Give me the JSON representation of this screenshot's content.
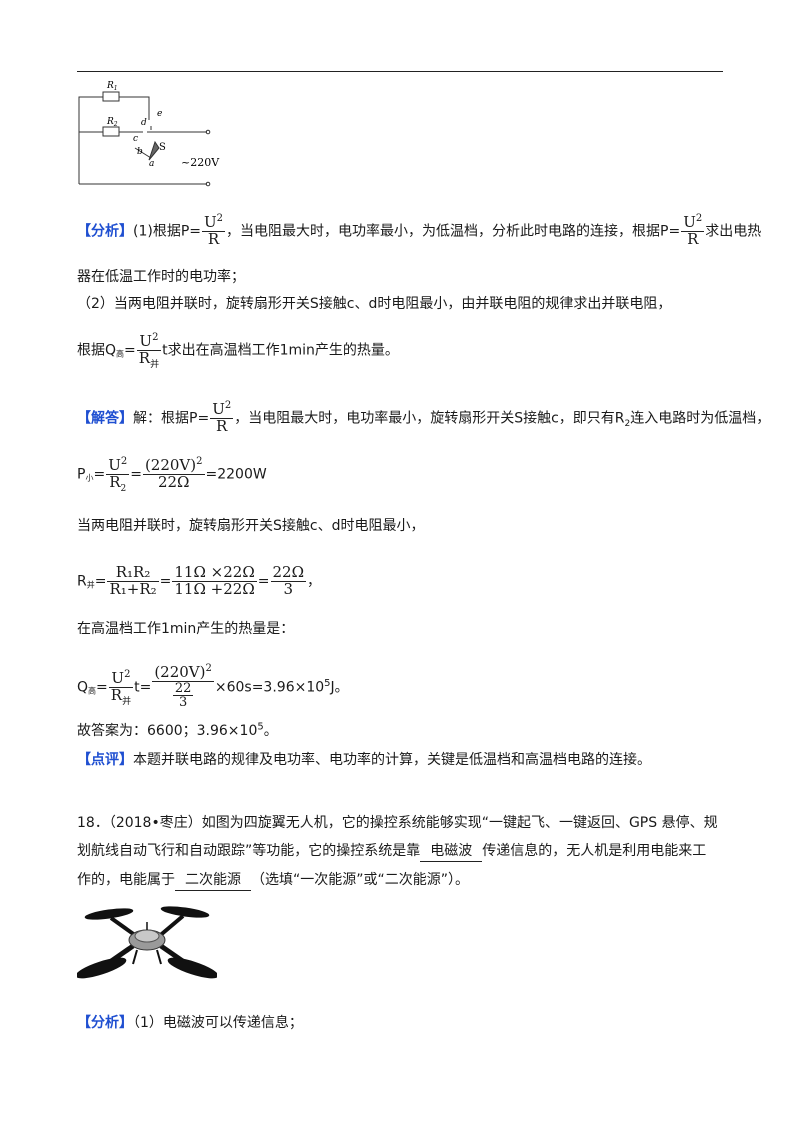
{
  "circuit": {
    "labels": {
      "r1": "R",
      "r1_sub": "1",
      "r2": "R",
      "r2_sub": "2",
      "e": "e",
      "d": "d",
      "c": "c",
      "b": "b",
      "a": "a",
      "s": "S",
      "voltage": "~220V"
    }
  },
  "analysis": {
    "tag": "【分析】",
    "p1_a": "(1)根据P=",
    "p1_b": "，当电阻最大时，电功率最小，为低温档，分析此时电路的连接，根据P=",
    "p1_c": "求出电热",
    "p1_cont": "器在低温工作时的电功率；",
    "p2": "（2）当两电阻并联时，旋转扇形开关S接触c、d时电阻最小，由并联电阻的规律求出并联电阻，",
    "p3_a": "根据Q",
    "p3_sub": "高",
    "p3_b": "=",
    "p3_c": "t求出在高温档工作1min产生的热量。",
    "frac_u2": "U",
    "frac_exp": "2",
    "frac_r": "R",
    "frac_r_bing": "R",
    "frac_bing_sub": "并"
  },
  "solution": {
    "tag": "【解答】",
    "s1_a": "解：根据P=",
    "s1_b": "，当电阻最大时，电功率最小，旋转扇形开关S接触c，即只有R",
    "s1_sub": "2",
    "s1_c": "连入电路时为低温档，",
    "s2_a": "P",
    "s2_sub": "小",
    "s2_b": "=",
    "s2_den_r": "R",
    "s2_den_sub": "2",
    "s2_c": "=",
    "s2_num2": "(220V)",
    "s2_den2": "22Ω",
    "s2_d": "=2200W",
    "s3": "当两电阻并联时，旋转扇形开关S接触c、d时电阻最小，",
    "s4_a": "R",
    "s4_sub": "并",
    "s4_b": "=",
    "s4_num1": "R₁R₂",
    "s4_den1": "R₁+R₂",
    "s4_c": "=",
    "s4_num2": "11Ω ×22Ω",
    "s4_den2": "11Ω +22Ω",
    "s4_d": "=",
    "s4_num3": "22Ω",
    "s4_den3": "3",
    "s4_e": "，",
    "s5": "在高温档工作1min产生的热量是：",
    "s6_a": "Q",
    "s6_sub": "高",
    "s6_b": "=",
    "s6_c": "t=",
    "s6_num2": "(220V)",
    "s6_den2_num": "22",
    "s6_den2_den": "3",
    "s6_d": "×60s=3.96×10",
    "s6_exp": "5",
    "s6_e": "J。",
    "answer_a": "故答案为：6600；3.96×10",
    "answer_exp": "5",
    "answer_b": "。"
  },
  "comment": {
    "tag": "【点评】",
    "text": "本题并联电路的规律及电功率、电功率的计算，关键是低温档和高温档电路的连接。"
  },
  "question18": {
    "l1": "18．（2018•枣庄）如图为四旋翼无人机，它的操控系统能够实现“一键起飞、一键返回、GPS 悬停、规",
    "l2_a": "划航线自动飞行和自动跟踪”等功能，它的操控系统是靠",
    "l2_ans": "电磁波",
    "l2_b": "传递信息的，无人机是利用电能来工",
    "l3_a": "作的，电能属于",
    "l3_ans": "二次能源",
    "l3_b": "（选填“一次能源”或“二次能源”）。"
  },
  "analysis18": {
    "tag": "【分析】",
    "text": "（1）电磁波可以传递信息；"
  }
}
